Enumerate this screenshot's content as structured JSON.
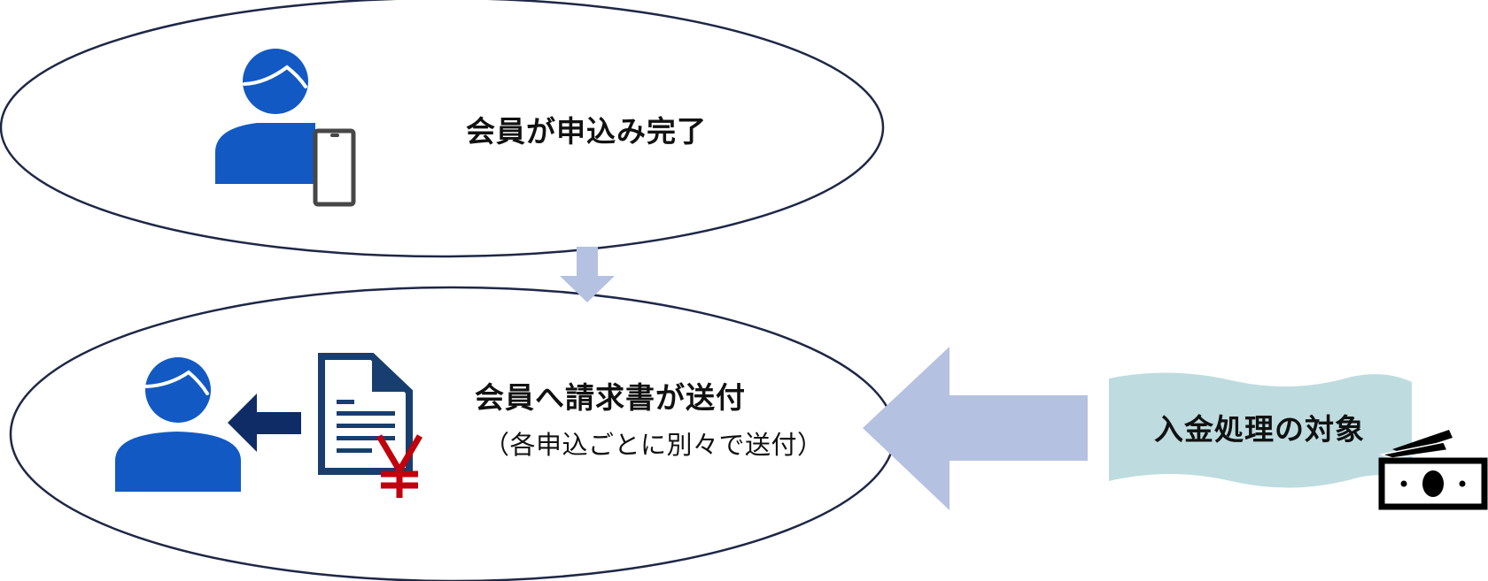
{
  "steps": {
    "step1_label": "会員が申込み完了",
    "step2_label": "会員へ請求書が送付",
    "step2_note": "（各申込ごとに別々で送付）",
    "payment_label": "入金処理の対象"
  },
  "icons": {
    "member_top": "member-with-smartphone-icon",
    "member_bottom": "member-icon",
    "invoice": "invoice-yen-icon",
    "cash": "cash-bills-icon",
    "yen_symbol": "¥"
  },
  "colors": {
    "ellipse_stroke": "#1e2746",
    "person_blue": "#1259c3",
    "phone_gray": "#474747",
    "flow_arrow": "#b5c1e0",
    "small_arrow_navy": "#0f2c66",
    "document_navy": "#173e6e",
    "yen_red": "#c0000c",
    "payment_banner": "#bedcdf"
  }
}
